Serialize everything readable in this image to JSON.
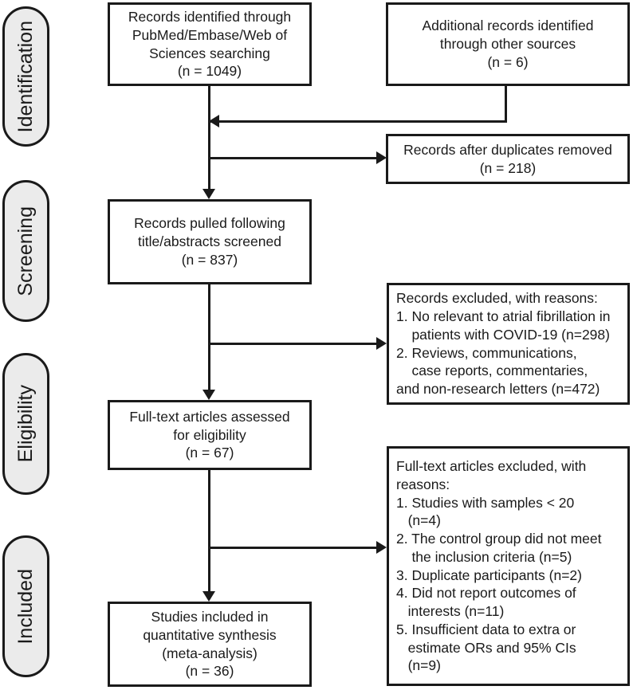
{
  "diagram": {
    "type": "prisma-flow-diagram",
    "stages": [
      {
        "id": "identification",
        "label": "Identification"
      },
      {
        "id": "screening",
        "label": "Screening"
      },
      {
        "id": "eligibility",
        "label": "Eligibility"
      },
      {
        "id": "included",
        "label": "Included"
      }
    ],
    "boxes": {
      "records_identified": {
        "lines": [
          "Records identified through",
          "PubMed/Embase/Web of",
          "Sciences searching",
          "(n = 1049)"
        ],
        "count": 1049
      },
      "additional_records": {
        "lines": [
          "Additional records identified",
          "through other sources",
          "(n = 6)"
        ],
        "count": 6
      },
      "duplicates_removed": {
        "lines": [
          "Records after duplicates removed",
          "(n = 218)"
        ],
        "count": 218
      },
      "records_screened": {
        "lines": [
          "Records pulled following",
          "title/abstracts screened",
          "(n = 837)"
        ],
        "count": 837
      },
      "records_excluded": {
        "lines": [
          "Records excluded, with reasons:",
          "1. No relevant to atrial fibrillation in",
          "    patients with COVID-19 (n=298)",
          "2. Reviews, communications,",
          "    case reports, commentaries,",
          "and non-research letters (n=472)"
        ],
        "reasons": [
          {
            "n": 1,
            "text": "No relevant to atrial fibrillation in patients with COVID-19",
            "count": 298
          },
          {
            "n": 2,
            "text": "Reviews, communications, case reports, commentaries, and non-research letters",
            "count": 472
          }
        ]
      },
      "fulltext_assessed": {
        "lines": [
          "Full-text articles assessed",
          "for eligibility",
          "(n = 67)"
        ],
        "count": 67
      },
      "fulltext_excluded": {
        "lines": [
          "Full-text articles excluded, with",
          "reasons:",
          "1. Studies with samples < 20",
          "   (n=4)",
          "2. The control group did not meet",
          "    the inclusion criteria (n=5)",
          "3. Duplicate participants (n=2)",
          "4. Did not report outcomes of",
          "   interests (n=11)",
          "5. Insufficient data to extra or",
          "   estimate ORs and 95% CIs",
          "   (n=9)"
        ],
        "reasons": [
          {
            "n": 1,
            "text": "Studies with samples < 20",
            "count": 4
          },
          {
            "n": 2,
            "text": "The control group did not meet the inclusion criteria",
            "count": 5
          },
          {
            "n": 3,
            "text": "Duplicate participants",
            "count": 2
          },
          {
            "n": 4,
            "text": "Did not report outcomes of interests",
            "count": 11
          },
          {
            "n": 5,
            "text": "Insufficient data to extra or estimate ORs and 95% CIs",
            "count": 9
          }
        ]
      },
      "studies_included": {
        "lines": [
          "Studies included in",
          "quantitative synthesis",
          "(meta-analysis)",
          "(n = 36)"
        ],
        "count": 36
      }
    },
    "colors": {
      "stroke": "#1a1a1a",
      "pill_fill": "#ebebeb",
      "box_fill": "#ffffff",
      "text": "#1a1a1a"
    }
  }
}
